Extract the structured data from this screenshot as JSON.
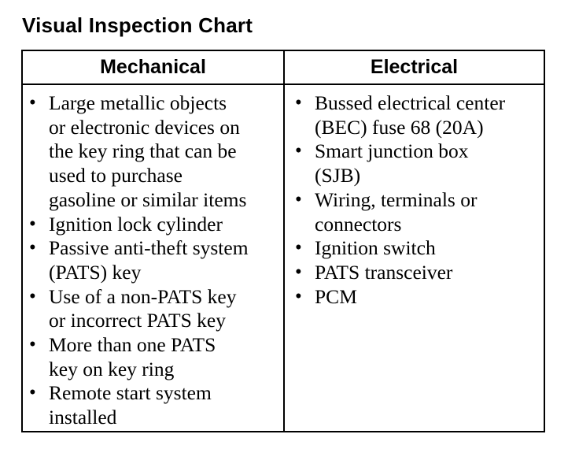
{
  "title": "Visual Inspection Chart",
  "columns": [
    {
      "header": "Mechanical",
      "items": [
        [
          "Large metallic objects",
          "or electronic devices on",
          "the key ring that can be",
          "used to purchase",
          "gasoline or similar items"
        ],
        [
          "Ignition lock cylinder"
        ],
        [
          "Passive anti-theft system",
          "(PATS) key"
        ],
        [
          "Use of a non-PATS key",
          "or incorrect PATS key"
        ],
        [
          "More than one PATS",
          "key on key ring"
        ],
        [
          "Remote start system",
          "installed"
        ]
      ]
    },
    {
      "header": "Electrical",
      "items": [
        [
          "Bussed electrical center",
          "(BEC) fuse 68 (20A)"
        ],
        [
          "Smart junction box",
          "(SJB)"
        ],
        [
          "Wiring, terminals or",
          "connectors"
        ],
        [
          "Ignition switch"
        ],
        [
          "PATS transceiver"
        ],
        [
          "PCM"
        ]
      ]
    }
  ],
  "bullet_glyph": "•"
}
